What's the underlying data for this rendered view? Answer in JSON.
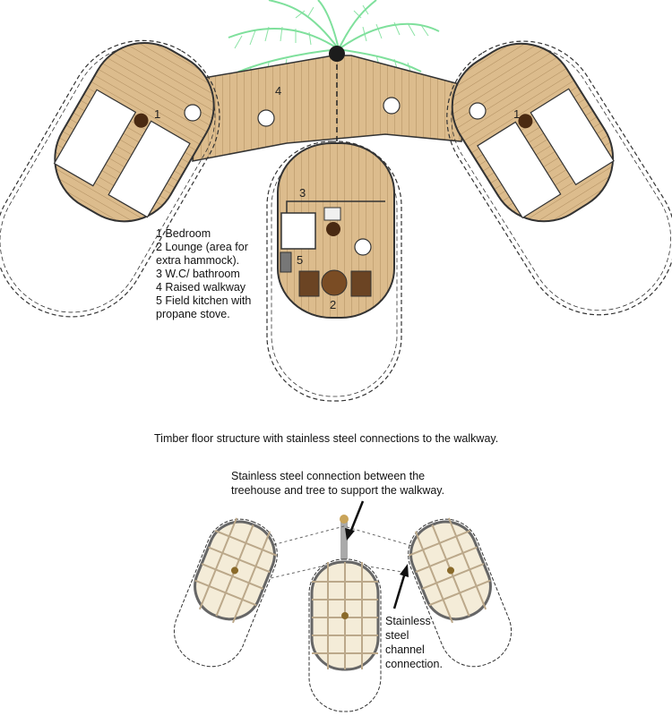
{
  "legend": {
    "items": [
      "1 Bedroom",
      "2 Lounge (area for",
      "extra hammock).",
      "3 W.C/ bathroom",
      "4 Raised walkway",
      "5 Field kitchen with",
      "propane stove."
    ]
  },
  "plan_labels": {
    "bedroom_left": "1",
    "bedroom_right": "1",
    "walkway": "4",
    "bathroom": "3",
    "kitchen": "5",
    "lounge": "2"
  },
  "captions": {
    "timber": "Timber floor structure with stainless steel connections to the walkway.",
    "connection": "Stainless steel connection between the treehouse and tree to support the walkway.",
    "channel": "Stainless steel channel connection."
  },
  "colors": {
    "wood": "#d9b98a",
    "wood_line": "#a8865a",
    "tree": "#8ee8a8",
    "outline": "#333333"
  }
}
